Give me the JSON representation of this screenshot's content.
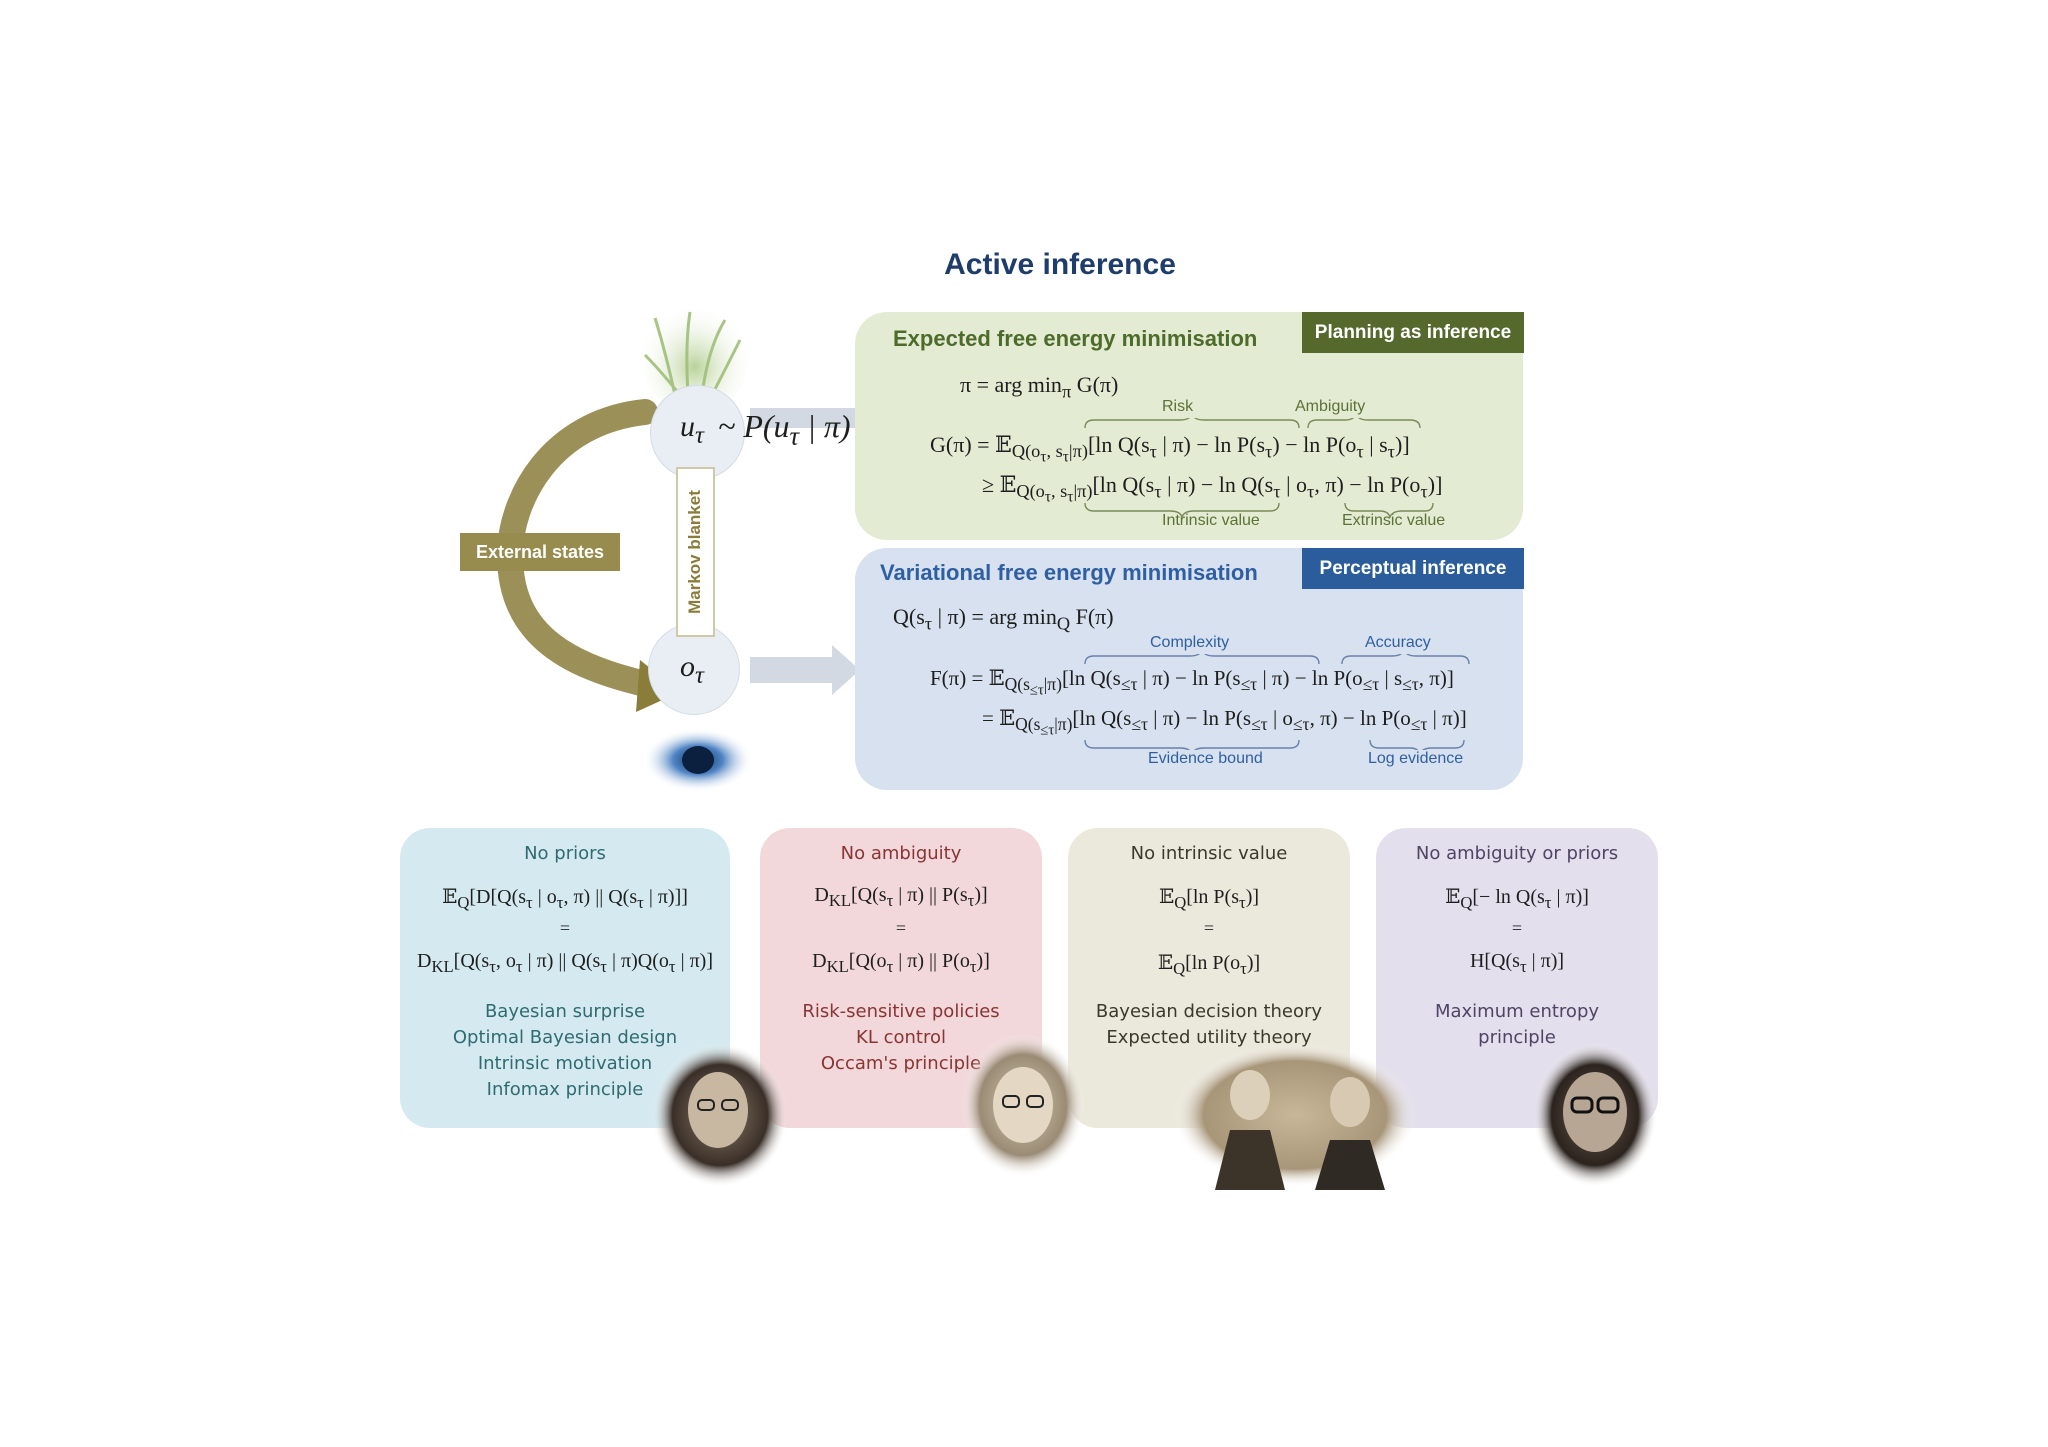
{
  "title": "Active inference",
  "expected_free_energy": {
    "title": "Expected free energy minimisation",
    "tag": "Planning as inference",
    "eq1": "π = arg min<sub>π</sub> G(π)",
    "eq2": "G(π) = 𝔼<sub>Q(o<sub>τ</sub>, s<sub>τ</sub>|π)</sub>[ln Q(s<sub>τ</sub> | π) − ln P(s<sub>τ</sub>) − ln P(o<sub>τ</sub> | s<sub>τ</sub>)]",
    "eq3": "≥ 𝔼<sub>Q(o<sub>τ</sub>, s<sub>τ</sub>|π)</sub>[ln Q(s<sub>τ</sub> | π) − ln Q(s<sub>τ</sub> | o<sub>τ</sub>, π) − ln P(o<sub>τ</sub>)]",
    "label_risk": "Risk",
    "label_ambiguity": "Ambiguity",
    "label_intrinsic": "Intrinsic value",
    "label_extrinsic": "Extrinsic value"
  },
  "variational_free_energy": {
    "title": "Variational free energy minimisation",
    "tag": "Perceptual inference",
    "eq1": "Q(s<sub>τ</sub> | π) = arg min<sub>Q</sub> F(π)",
    "eq2": "F(π) = 𝔼<sub>Q(s<sub>≤τ</sub>|π)</sub>[ln Q(s<sub>≤τ</sub> | π) − ln P(s<sub>≤τ</sub> | π) − ln P(o<sub>≤τ</sub> | s<sub>≤τ</sub>, π)]",
    "eq3": "= 𝔼<sub>Q(s<sub>≤τ</sub>|π)</sub>[ln Q(s<sub>≤τ</sub> | π) − ln P(s<sub>≤τ</sub> | o<sub>≤τ</sub>, π) − ln P(o<sub>≤τ</sub> | π)]",
    "label_complexity": "Complexity",
    "label_accuracy": "Accuracy",
    "label_evidence_bound": "Evidence bound",
    "label_log_evidence": "Log evidence"
  },
  "cycle": {
    "external_states": "External states",
    "markov_blanket": "Markov blanket",
    "action_node": "u<sub>τ</sub>",
    "action_policy": "~ P(u<sub>τ</sub> | π)",
    "observation_node": "o<sub>τ</sub>"
  },
  "panels": [
    {
      "title": "No priors",
      "expr_top": "𝔼<sub>Q</sub>[D[Q(s<sub>τ</sub> | o<sub>τ</sub>, π) || Q(s<sub>τ</sub> | π)]]",
      "equals": "=",
      "expr_bottom": "D<sub>KL</sub>[Q(s<sub>τ</sub>, o<sub>τ</sub> | π) || Q(s<sub>τ</sub> | π)Q(o<sub>τ</sub> | π)]",
      "lines": [
        "Bayesian surprise",
        "Optimal Bayesian design",
        "Intrinsic motivation",
        "Infomax principle"
      ],
      "bg": "#d5eaf0",
      "text_color": "#2f6b70"
    },
    {
      "title": "No ambiguity",
      "expr_top": "D<sub>KL</sub>[Q(s<sub>τ</sub> | π) || P(s<sub>τ</sub>)]",
      "equals": "=",
      "expr_bottom": "D<sub>KL</sub>[Q(o<sub>τ</sub> | π) || P(o<sub>τ</sub>)]",
      "lines": [
        "Risk-sensitive policies",
        "KL control",
        "Occam's principle"
      ],
      "bg": "#f2d8da",
      "text_color": "#8a3434"
    },
    {
      "title": "No intrinsic value",
      "expr_top": "𝔼<sub>Q</sub>[ln P(s<sub>τ</sub>)]",
      "equals": "=",
      "expr_bottom": "𝔼<sub>Q</sub>[ln P(o<sub>τ</sub>)]",
      "lines": [
        "Bayesian decision theory",
        "Expected utility theory"
      ],
      "bg": "#ebe8dc",
      "text_color": "#3a3a2a"
    },
    {
      "title": "No ambiguity or priors",
      "expr_top": "𝔼<sub>Q</sub>[− ln Q(s<sub>τ</sub> | π)]",
      "equals": "=",
      "expr_bottom": "H[Q(s<sub>τ</sub> | π)]",
      "lines": [
        "Maximum entropy",
        "principle"
      ],
      "bg": "#e3dfec",
      "text_color": "#4e4466"
    }
  ],
  "colors": {
    "title": "#1f3d6b",
    "efe_panel": "#e4ebd3",
    "efe_tag": "#55692c",
    "vfe_panel": "#d7e1ef",
    "vfe_tag": "#2b5d9c",
    "external_states": "#978b4d"
  }
}
